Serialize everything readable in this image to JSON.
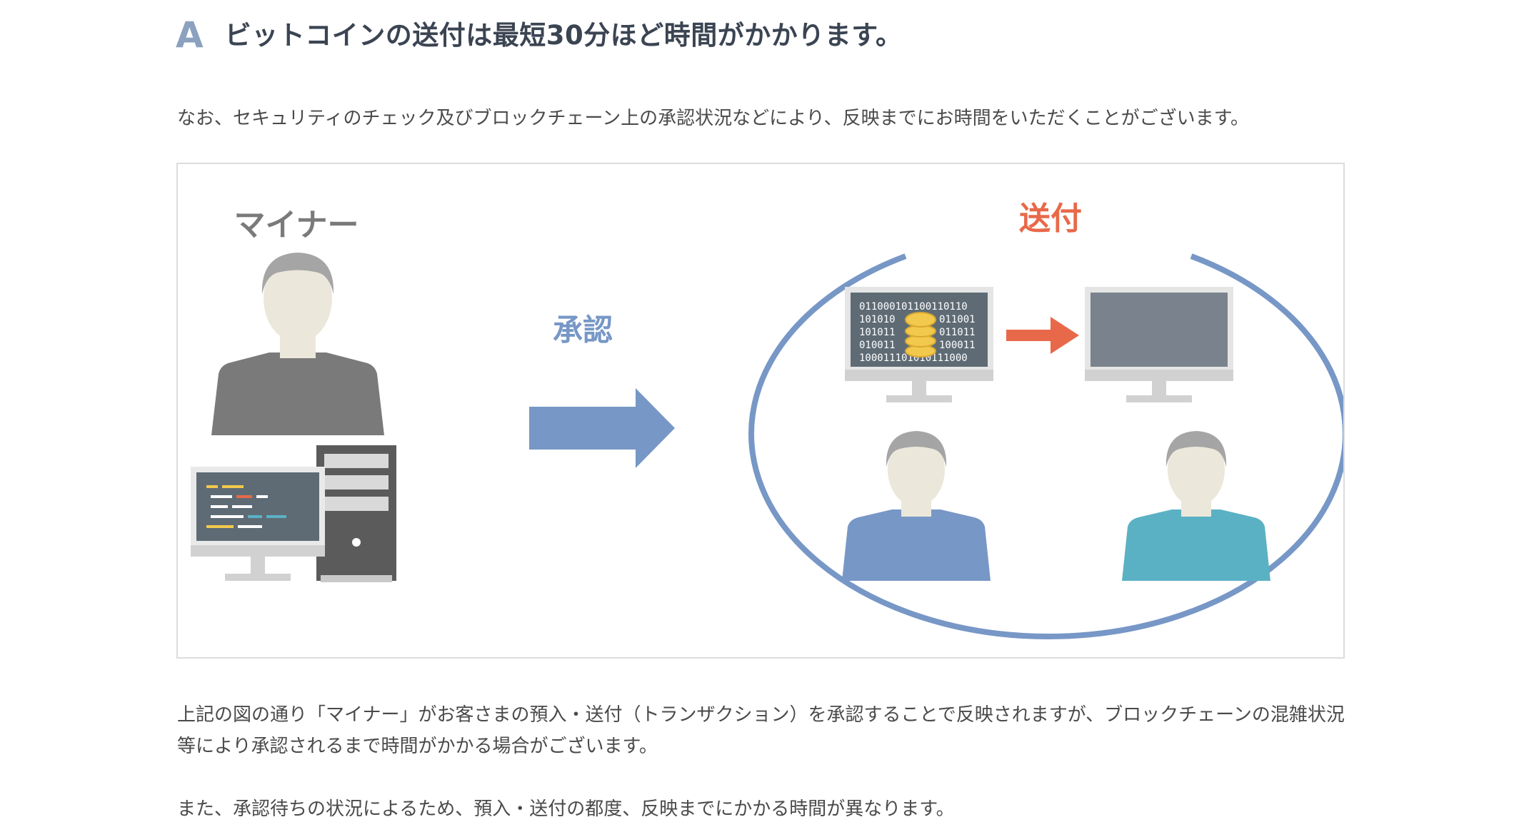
{
  "heading": {
    "marker": "A",
    "title": "ビットコインの送付は最短30分ほど時間がかかります。"
  },
  "intro_text": "なお、セキュリティのチェック及びブロックチェーン上の承認状況などにより、反映までにお時間をいただくことがございます。",
  "figure": {
    "miner_label": "マイナー",
    "approve_label": "承認",
    "send_label": "送付",
    "binary_lines": [
      "0110001011001101​10",
      "101010",
      "011001",
      "101011",
      "011011",
      "010011",
      "100011",
      "10001110101011​1000"
    ],
    "colors": {
      "miner": "#7a7a7a",
      "approve": "#7797c6",
      "send": "#e8694a",
      "circle": "#7797c6",
      "sender_user": "#7797c6",
      "receiver_user": "#5bb1c4",
      "coin": "#f2c94c"
    },
    "icons": [
      "miner-person-icon",
      "desktop-computer-icon",
      "server-tower-icon",
      "right-arrow-icon",
      "monitor-with-coins-icon",
      "send-arrow-icon",
      "monitor-icon",
      "sender-person-icon",
      "receiver-person-icon"
    ]
  },
  "explanation_text": "上記の図の通り「マイナー」がお客さまの預入・送付（トランザクション）を承認することで反映されますが、ブロックチェーンの混雑状況等により承認されるまで時間がかかる場合がございます。",
  "closing_text": "また、承認待ちの状況によるため、預入・送付の都度、反映までにかかる時間が異なります。"
}
